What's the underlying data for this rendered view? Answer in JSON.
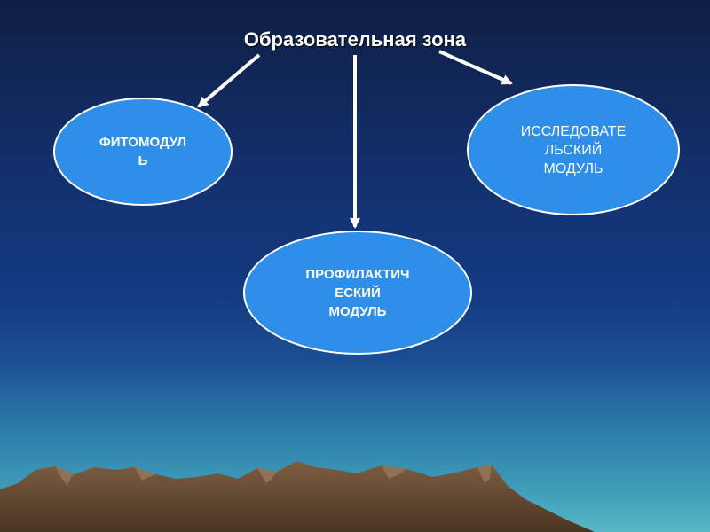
{
  "title": "Образовательная зона",
  "nodes": [
    {
      "lines": [
        "ФИТОМОДУЛ",
        "Ь"
      ]
    },
    {
      "lines": [
        "ИССЛЕДОВАТЕ",
        "ЛЬСКИЙ",
        "МОДУЛЬ"
      ]
    },
    {
      "lines": [
        "ПРОФИЛАКТИЧ",
        "ЕСКИЙ",
        "МОДУЛЬ"
      ]
    }
  ],
  "colors": {
    "node_fill": "#2f8fe8",
    "node_border": "#ffffff",
    "arrow": "#ffffff",
    "mountain": "#6e5238"
  }
}
